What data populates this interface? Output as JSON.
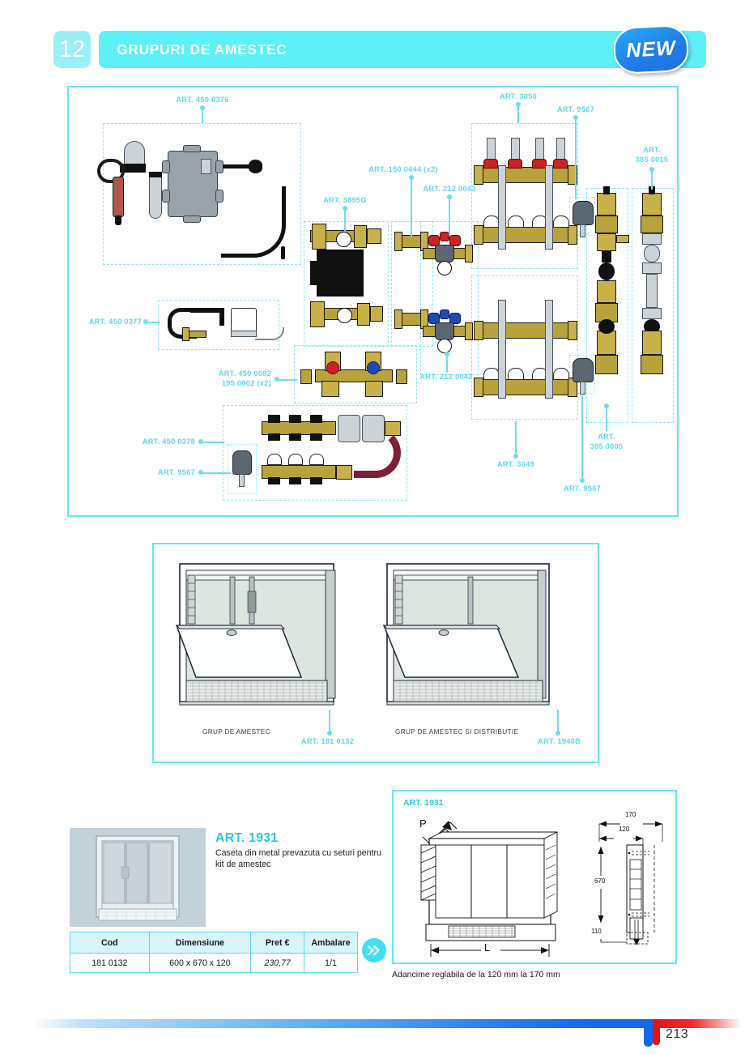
{
  "header": {
    "chapter_number": "12",
    "title": "GRUPURI DE AMESTEC",
    "badge_label": "NEW",
    "accent_color": "#5ef0f7",
    "badge_color": "#1f7fe8"
  },
  "diagram": {
    "labels": [
      {
        "id": "l1",
        "text": "ART. 450 0376"
      },
      {
        "id": "l2",
        "text": "ART. 3050"
      },
      {
        "id": "l3",
        "text": "ART. 9567"
      },
      {
        "id": "l4",
        "text": "ART."
      },
      {
        "id": "l5",
        "text": "385 0015"
      },
      {
        "id": "l6",
        "text": "ART. 150 0444 (x2)"
      },
      {
        "id": "l7",
        "text": "ART. 212 0043"
      },
      {
        "id": "l8",
        "text": "ART. 3895G"
      },
      {
        "id": "l9",
        "text": "ART. 450 0377"
      },
      {
        "id": "l10",
        "text": "ART. 450 0082"
      },
      {
        "id": "l11",
        "text": "195 0002 (x2)"
      },
      {
        "id": "l12",
        "text": "ART. 212 0042"
      },
      {
        "id": "l13",
        "text": "ART. 450 0378"
      },
      {
        "id": "l14",
        "text": "ART. 9567"
      },
      {
        "id": "l15",
        "text": "ART. 3049"
      },
      {
        "id": "l16",
        "text": "ART. 9567"
      },
      {
        "id": "l17",
        "text": "ART."
      },
      {
        "id": "l18",
        "text": "385 0005"
      }
    ]
  },
  "cabinets": {
    "left": {
      "caption": "GRUP DE AMESTEC",
      "art": "ART. 181 0132"
    },
    "right": {
      "caption": "GRUP DE AMESTEC SI DISTRIBUTIE",
      "art": "ART. 1940B"
    }
  },
  "product": {
    "art": "ART. 1931",
    "description": "Caseta din metal prevazuta cu seturi pentru kit de amestec"
  },
  "table": {
    "headers": [
      "Cod",
      "Dimensiune",
      "Pret €",
      "Ambalare"
    ],
    "rows": [
      {
        "cod": "181 0132",
        "dimensiune": "600 x 670 x 120",
        "pret": "230,77",
        "ambalare": "1/1"
      }
    ]
  },
  "tech_drawing": {
    "art": "ART. 1931",
    "note": "Adancime reglabila de la 120 mm la 170 mm",
    "dims": {
      "depth_max": "170",
      "depth_min": "120",
      "height": "670",
      "base": "110",
      "width_label": "L",
      "depth_label": "P"
    }
  },
  "footer": {
    "page_number": "213"
  }
}
